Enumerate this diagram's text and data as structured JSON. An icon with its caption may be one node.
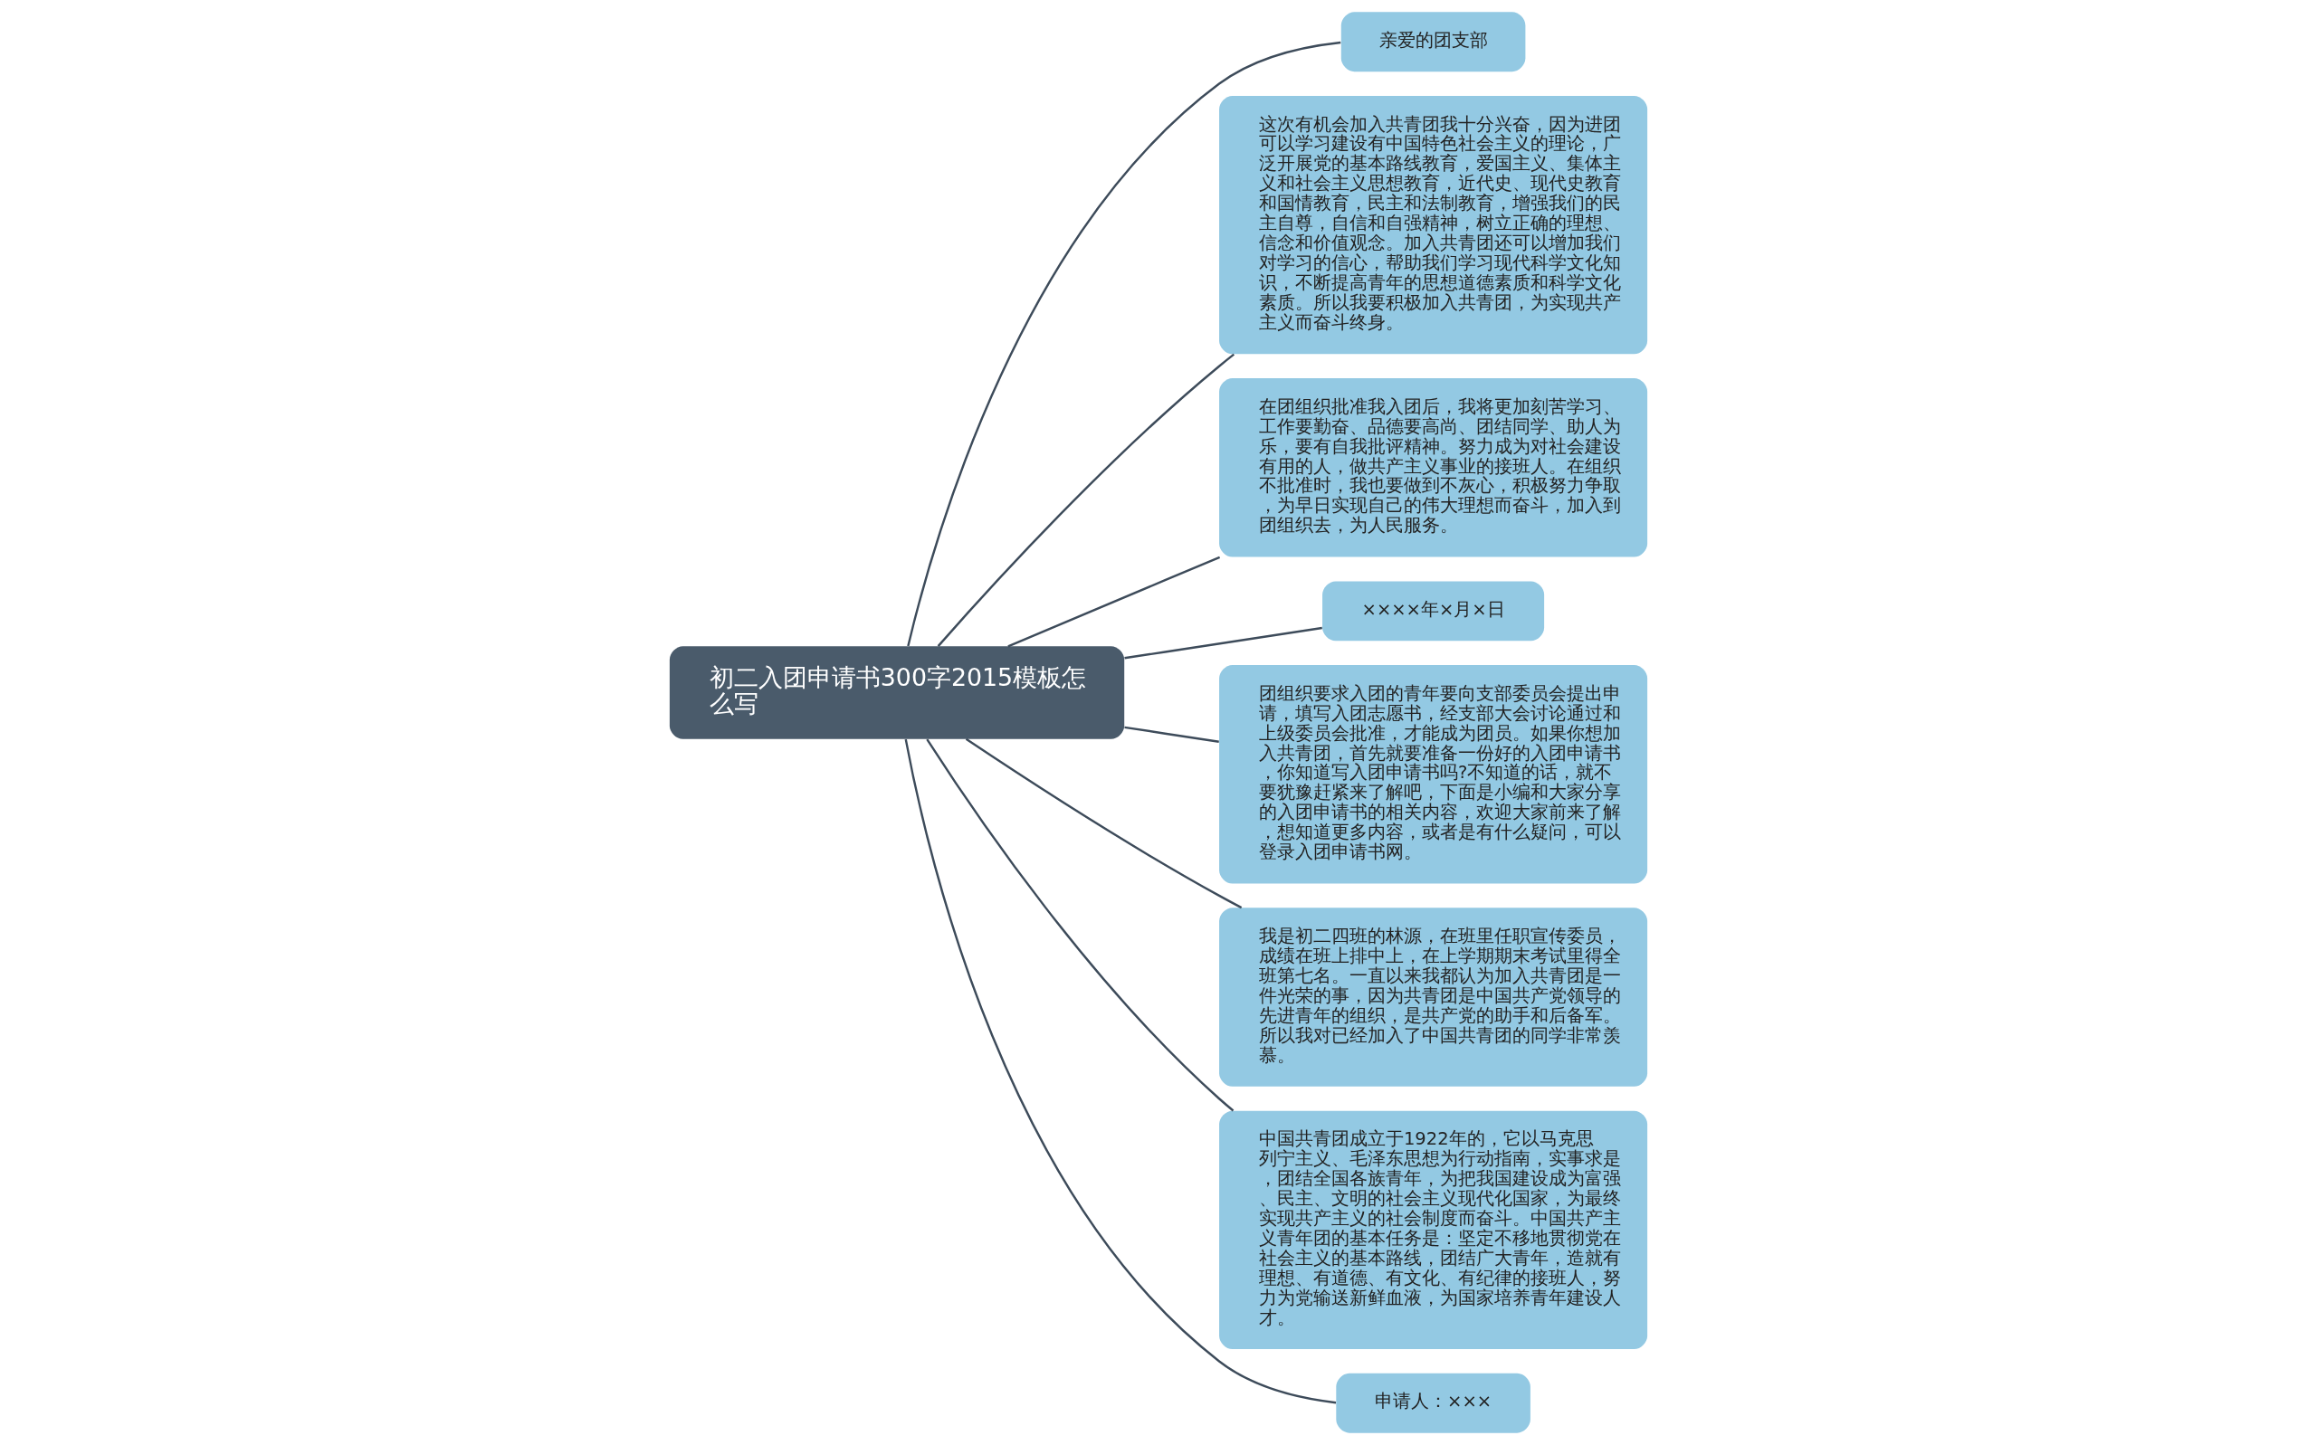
{
  "diagram": {
    "nodes": [
      {
        "text": [
          "初二入团申请书300字2015模板怎么写"
        ]
      },
      {
        "text": [
          "亲爱的团支部"
        ]
      },
      {
        "text": [
          "这次有机会加入共青团我十分兴奋，因为进团可以学习建设有中国特色社会主义的理论，广泛开展党的基本路线教育，爱国主义、集体主义和社会主义思想教育，近代史、现代史教育和国情教育，民主和法制教育，增强我们的民主自尊，自信和自强精神，树立正确的理想、信念和价值观念。加入共青团还可以增加我们对学习的信心，帮助我们学习现代科学文化知识，不断提高青年的思想道德素质和科学文化素质。所以我要积极加入共青团，为实现共产主义而奋斗终身。"
        ]
      },
      {
        "text": [
          "在团组织批准我入团后，我将更加刻苦学习、工作要勤奋、品德要高尚、团结同学、助人为乐，要有自我批评精神。努力成为对社会建设有用的人，做共产主义事业的接班人。在组织不批准时，我也要做到不灰心，积极努力争取，为早日实现自己的伟大理想而奋斗，加入到团组织去，为人民服务。"
        ]
      },
      {
        "text": [
          "××××年×月×日"
        ]
      },
      {
        "text": [
          "团组织要求入团的青年要向支部委员会提出申请，填写入团志愿书，经支部大会讨论通过和上级委员会批准，才能成为团员。如果你想加入共青团，首先就要准备一份好的入团申请书，你知道写入团申请书吗?不知道的话，就不要犹豫赶紧来了解吧，下面是小编和大家分享的入团申请书的相关内容，欢迎大家前来了解，想知道更多内容，或者是有什么疑问，可以登录入团申请书网。"
        ]
      },
      {
        "text": [
          "我是初二四班的林源，在班里任职宣传委员，成绩在班上排中上，在上学期期末考试里得全班第七名。一直以来我都认为加入共青团是一件光荣的事，因为共青团是中国共产党领导的先进青年的组织，是共产党的助手和后备军。所以我对已经加入了中国共青团的同学非常羡慕。"
        ]
      },
      {
        "text": [
          "中国共青团成立于1922年的，它以马克思列宁主义、毛泽东思想为行动指南，实事求是，团结全国各族青年，为把我国建设成为富强、民主、文明的社会主义现代化国家，为最终实现共产主义的社会制度而奋斗。中国共产主义青年团的基本任务是：坚定不移地贯彻党在社会主义的基本路线，团结广大青年，造就有理想、有道德、有文化、有纪律的接班人，努力为党输送新鲜血液，为国家培养青年建设人才。"
        ]
      },
      {
        "text": [
          "申请人：×××"
        ]
      }
    ],
    "edges": [
      {
        "from": 0,
        "to": 1,
        "arrow": "none"
      },
      {
        "from": 0,
        "to": 2,
        "arrow": "none"
      },
      {
        "from": 0,
        "to": 3,
        "arrow": "none"
      },
      {
        "from": 0,
        "to": 4,
        "arrow": "none"
      },
      {
        "from": 0,
        "to": 5,
        "arrow": "none"
      },
      {
        "from": 0,
        "to": 6,
        "arrow": "none"
      },
      {
        "from": 0,
        "to": 7,
        "arrow": "none"
      },
      {
        "from": 0,
        "to": 8,
        "arrow": "none"
      }
    ]
  }
}
